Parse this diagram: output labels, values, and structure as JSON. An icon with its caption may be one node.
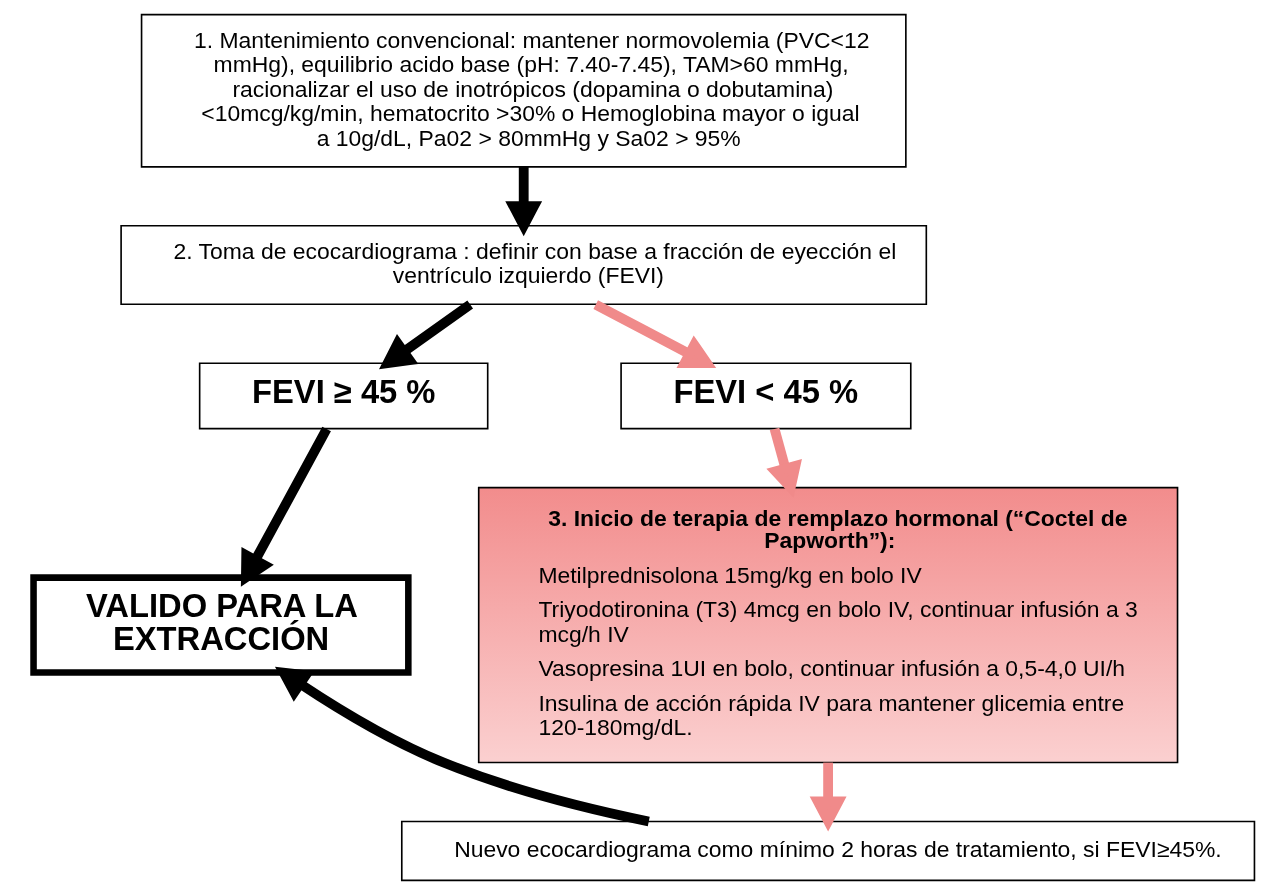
{
  "diagram": {
    "nodes": [
      {
        "text": [
          "1. Mantenimiento convencional: mantener normovolemia (PVC<12 mmHg), equilibrio acido base (pH: 7.40-7.45), TAM>60 mmHg, racionalizar el uso de inotrópicos (dopamina o dobutamina) <10mcg/kg/min, hematocrito >30% o Hemoglobina mayor o igual a 10g/dL, Pa02 > 80mmHg y Sa02 > 95%"
        ]
      },
      {
        "text": [
          "2. Toma de ecocardiograma : definir con base a fracción de eyección el ventrículo izquierdo (FEVI)"
        ]
      },
      {
        "text": [
          "FEVI ≥ 45 %"
        ]
      },
      {
        "text": [
          "FEVI < 45 %"
        ]
      },
      {
        "text": [
          "VALIDO PARA LA EXTRACCIÓN"
        ]
      },
      {
        "text": [
          "3. Inicio de terapia de remplazo hormonal (“Coctel de Papworth”):",
          "Metilprednisolona 15mg/kg en bolo IV",
          "Triyodotironina (T3) 4mcg en bolo IV, continuar infusión a 3 mcg/h IV",
          "Vasopresina 1UI en bolo, continuar infusión a 0,5-4,0 UI/h",
          "Insulina de acción rápida IV para mantener glicemia entre 120-180mg/dL."
        ]
      },
      {
        "text": [
          "Nuevo ecocardiograma como mínimo 2 horas de tratamiento, si FEVI≥45%."
        ]
      }
    ],
    "edges": [
      {
        "from": 0,
        "to": 1,
        "arrow": "to"
      },
      {
        "from": 1,
        "to": 2,
        "arrow": "to"
      },
      {
        "from": 1,
        "to": 3,
        "arrow": "to",
        "color": "#f08a8a"
      },
      {
        "from": 2,
        "to": 4,
        "arrow": "to"
      },
      {
        "from": 3,
        "to": 5,
        "arrow": "to",
        "color": "#f08a8a"
      },
      {
        "from": 5,
        "to": 6,
        "arrow": "to",
        "color": "#f08a8a"
      },
      {
        "from": 6,
        "to": 4,
        "arrow": "to"
      }
    ]
  }
}
